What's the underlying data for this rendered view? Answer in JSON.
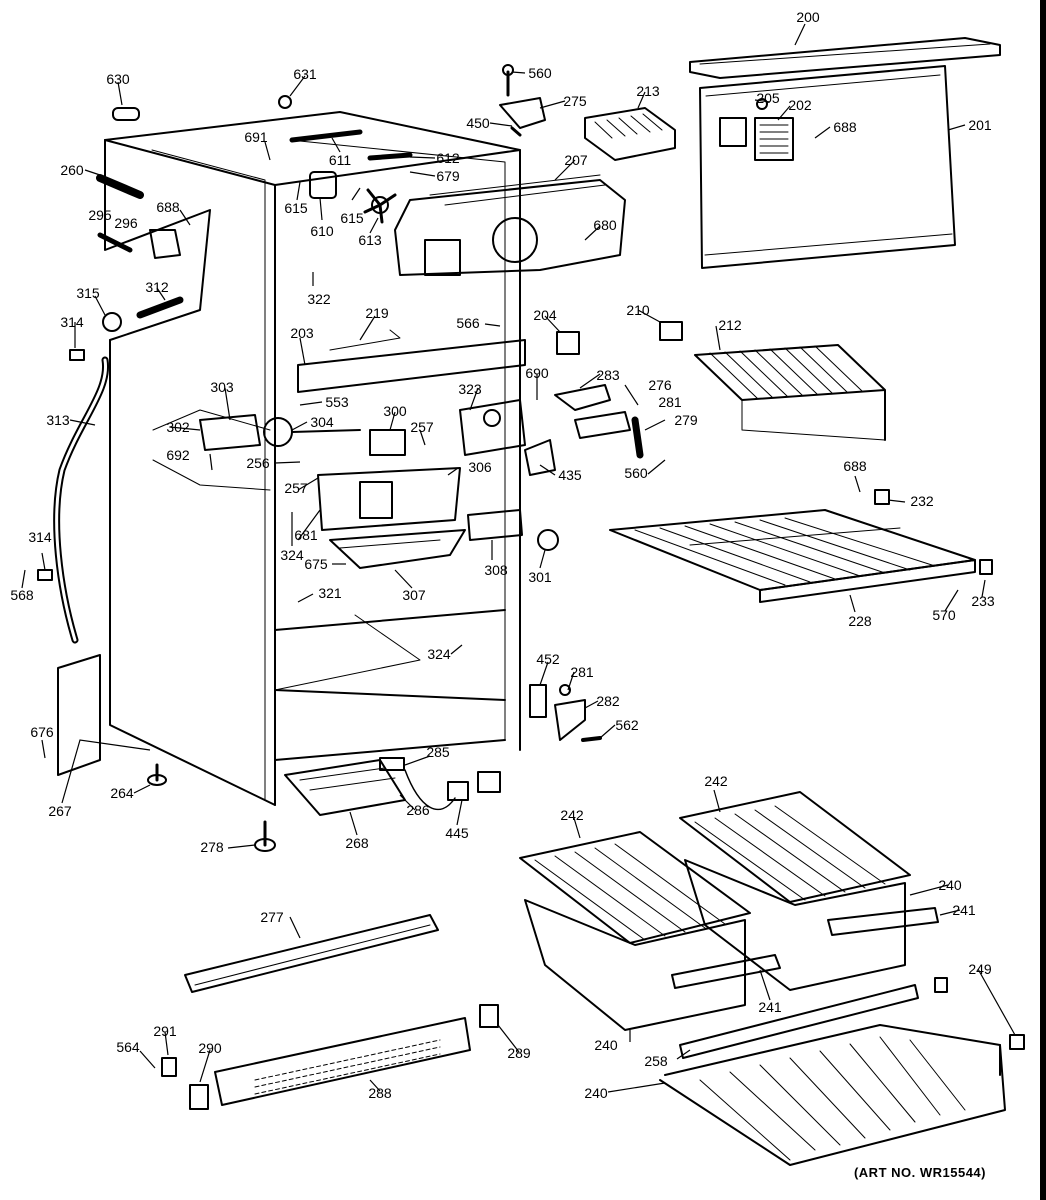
{
  "art_number": "(ART NO. WR15544)",
  "parts": [
    {
      "id": "p200",
      "text": "200"
    },
    {
      "id": "p201",
      "text": "201"
    },
    {
      "id": "p202",
      "text": "202"
    },
    {
      "id": "p205",
      "text": "205"
    },
    {
      "id": "p688a",
      "text": "688"
    },
    {
      "id": "p213",
      "text": "213"
    },
    {
      "id": "p560a",
      "text": "560"
    },
    {
      "id": "p275",
      "text": "275"
    },
    {
      "id": "p450",
      "text": "450"
    },
    {
      "id": "p630",
      "text": "630"
    },
    {
      "id": "p631",
      "text": "631"
    },
    {
      "id": "p691",
      "text": "691"
    },
    {
      "id": "p611",
      "text": "611"
    },
    {
      "id": "p612",
      "text": "612"
    },
    {
      "id": "p679",
      "text": "679"
    },
    {
      "id": "p207",
      "text": "207"
    },
    {
      "id": "p260",
      "text": "260"
    },
    {
      "id": "p615a",
      "text": "615"
    },
    {
      "id": "p615b",
      "text": "615"
    },
    {
      "id": "p610",
      "text": "610"
    },
    {
      "id": "p613",
      "text": "613"
    },
    {
      "id": "p688b",
      "text": "688"
    },
    {
      "id": "p295",
      "text": "295"
    },
    {
      "id": "p296",
      "text": "296"
    },
    {
      "id": "p680",
      "text": "680"
    },
    {
      "id": "p322",
      "text": "322"
    },
    {
      "id": "p315",
      "text": "315"
    },
    {
      "id": "p312",
      "text": "312"
    },
    {
      "id": "p314a",
      "text": "314"
    },
    {
      "id": "p219",
      "text": "219"
    },
    {
      "id": "p566",
      "text": "566"
    },
    {
      "id": "p204",
      "text": "204"
    },
    {
      "id": "p210",
      "text": "210"
    },
    {
      "id": "p212",
      "text": "212"
    },
    {
      "id": "p203",
      "text": "203"
    },
    {
      "id": "p690",
      "text": "690"
    },
    {
      "id": "p283",
      "text": "283"
    },
    {
      "id": "p276",
      "text": "276"
    },
    {
      "id": "p281a",
      "text": "281"
    },
    {
      "id": "p323",
      "text": "323"
    },
    {
      "id": "p303",
      "text": "303"
    },
    {
      "id": "p553",
      "text": "553"
    },
    {
      "id": "p313",
      "text": "313"
    },
    {
      "id": "p300",
      "text": "300"
    },
    {
      "id": "p257a",
      "text": "257"
    },
    {
      "id": "p279",
      "text": "279"
    },
    {
      "id": "p302",
      "text": "302"
    },
    {
      "id": "p304",
      "text": "304"
    },
    {
      "id": "p692",
      "text": "692"
    },
    {
      "id": "p256",
      "text": "256"
    },
    {
      "id": "p306",
      "text": "306"
    },
    {
      "id": "p435",
      "text": "435"
    },
    {
      "id": "p560b",
      "text": "560"
    },
    {
      "id": "p688c",
      "text": "688"
    },
    {
      "id": "p232",
      "text": "232"
    },
    {
      "id": "p257b",
      "text": "257"
    },
    {
      "id": "p681",
      "text": "681"
    },
    {
      "id": "p324a",
      "text": "324"
    },
    {
      "id": "p675",
      "text": "675"
    },
    {
      "id": "p308",
      "text": "308"
    },
    {
      "id": "p301",
      "text": "301"
    },
    {
      "id": "p314b",
      "text": "314"
    },
    {
      "id": "p568",
      "text": "568"
    },
    {
      "id": "p307",
      "text": "307"
    },
    {
      "id": "p321",
      "text": "321"
    },
    {
      "id": "p228",
      "text": "228"
    },
    {
      "id": "p570",
      "text": "570"
    },
    {
      "id": "p233",
      "text": "233"
    },
    {
      "id": "p324b",
      "text": "324"
    },
    {
      "id": "p452",
      "text": "452"
    },
    {
      "id": "p281b",
      "text": "281"
    },
    {
      "id": "p282",
      "text": "282"
    },
    {
      "id": "p562",
      "text": "562"
    },
    {
      "id": "p676",
      "text": "676"
    },
    {
      "id": "p285",
      "text": "285"
    },
    {
      "id": "p264",
      "text": "264"
    },
    {
      "id": "p267",
      "text": "267"
    },
    {
      "id": "p286",
      "text": "286"
    },
    {
      "id": "p445",
      "text": "445"
    },
    {
      "id": "p268",
      "text": "268"
    },
    {
      "id": "p278",
      "text": "278"
    },
    {
      "id": "p242a",
      "text": "242"
    },
    {
      "id": "p242b",
      "text": "242"
    },
    {
      "id": "p240a",
      "text": "240"
    },
    {
      "id": "p241a",
      "text": "241"
    },
    {
      "id": "p277",
      "text": "277"
    },
    {
      "id": "p249",
      "text": "249"
    },
    {
      "id": "p241b",
      "text": "241"
    },
    {
      "id": "p240b",
      "text": "240"
    },
    {
      "id": "p564",
      "text": "564"
    },
    {
      "id": "p291",
      "text": "291"
    },
    {
      "id": "p290",
      "text": "290"
    },
    {
      "id": "p289",
      "text": "289"
    },
    {
      "id": "p258",
      "text": "258"
    },
    {
      "id": "p288",
      "text": "288"
    },
    {
      "id": "p240c",
      "text": "240"
    }
  ]
}
